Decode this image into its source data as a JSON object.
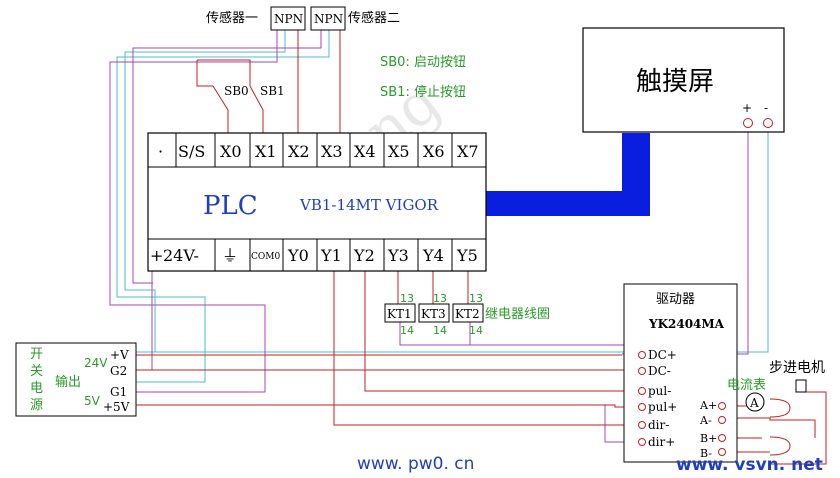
{
  "sensors": {
    "one": "传感器一",
    "two": "传感器二",
    "npn1": "NPN",
    "npn2": "NPN"
  },
  "buttons": {
    "sb0": "SB0",
    "sb1": "SB1",
    "sb0_desc": "SB0: 启动按钮",
    "sb1_desc": "SB1: 停止按钮"
  },
  "touchscreen": {
    "title": "触摸屏",
    "plus": "+",
    "minus": "-"
  },
  "plc": {
    "top_terminals": [
      "·",
      "S/S",
      "X0",
      "X1",
      "X2",
      "X3",
      "X4",
      "X5",
      "X6",
      "X7"
    ],
    "title": "PLC",
    "model": "VB1-14MT VIGOR",
    "bottom_terminals": [
      "+",
      "24V-",
      "⏚",
      "COM0",
      "Y0",
      "Y1",
      "Y2",
      "Y3",
      "Y4",
      "Y5"
    ]
  },
  "relays": {
    "items": [
      "KT1",
      "KT3",
      "KT2"
    ],
    "top_pin": "13",
    "bottom_pin": "14",
    "label": "继电器线圈"
  },
  "power": {
    "vertical": [
      "开",
      "关",
      "电",
      "源"
    ],
    "output": "输出",
    "v24": "24V",
    "v5": "5V",
    "terms": [
      "+V",
      "G2",
      "G1",
      "+5V"
    ]
  },
  "driver": {
    "title": "驱动器",
    "model": "YK2404MA",
    "terms": [
      "DC+",
      "DC-",
      "pul-",
      "pul+",
      "dir-",
      "dir+"
    ],
    "motor_terms": [
      "A+",
      "A-",
      "B+",
      "B-"
    ]
  },
  "motor": {
    "stepper": "步进电机",
    "ammeter": "电流表",
    "a_symbol": "A"
  },
  "watermarks": {
    "site1": "www. pw0. cn",
    "site2": "www. vsvn. net",
    "diag": "jinhong"
  }
}
